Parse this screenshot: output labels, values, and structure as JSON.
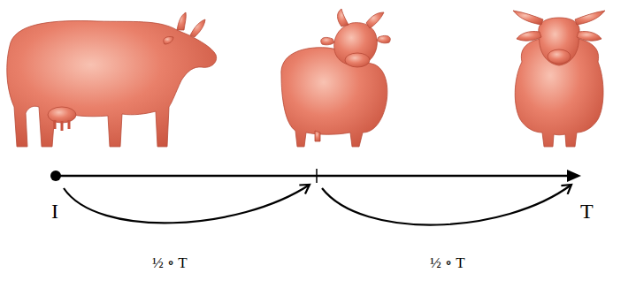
{
  "diagram": {
    "labels": [
      "I",
      "T",
      "½ ∘ T",
      "½ ∘ T"
    ]
  }
}
